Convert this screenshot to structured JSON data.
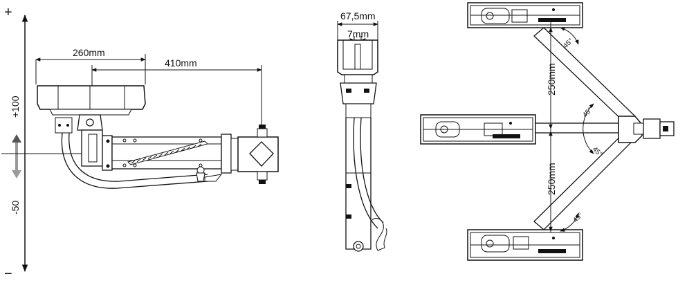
{
  "axis": {
    "plus_symbol": "+",
    "minus_symbol": "−",
    "upper_label": "+100",
    "lower_label": "-50"
  },
  "side_view": {
    "dim_260": "260mm",
    "dim_410": "410mm"
  },
  "front_view": {
    "dim_67_5": "67,5mm",
    "dim_7": "7mm"
  },
  "top_view": {
    "dim_250_upper": "250mm",
    "dim_250_lower": "250mm",
    "angle_top": "45°",
    "angle_mid_upper": "45°",
    "angle_mid_lower": "45°",
    "angle_bottom": "45°"
  },
  "colors": {
    "line": "#111111",
    "gray_arrow": "#9a9a9a"
  }
}
